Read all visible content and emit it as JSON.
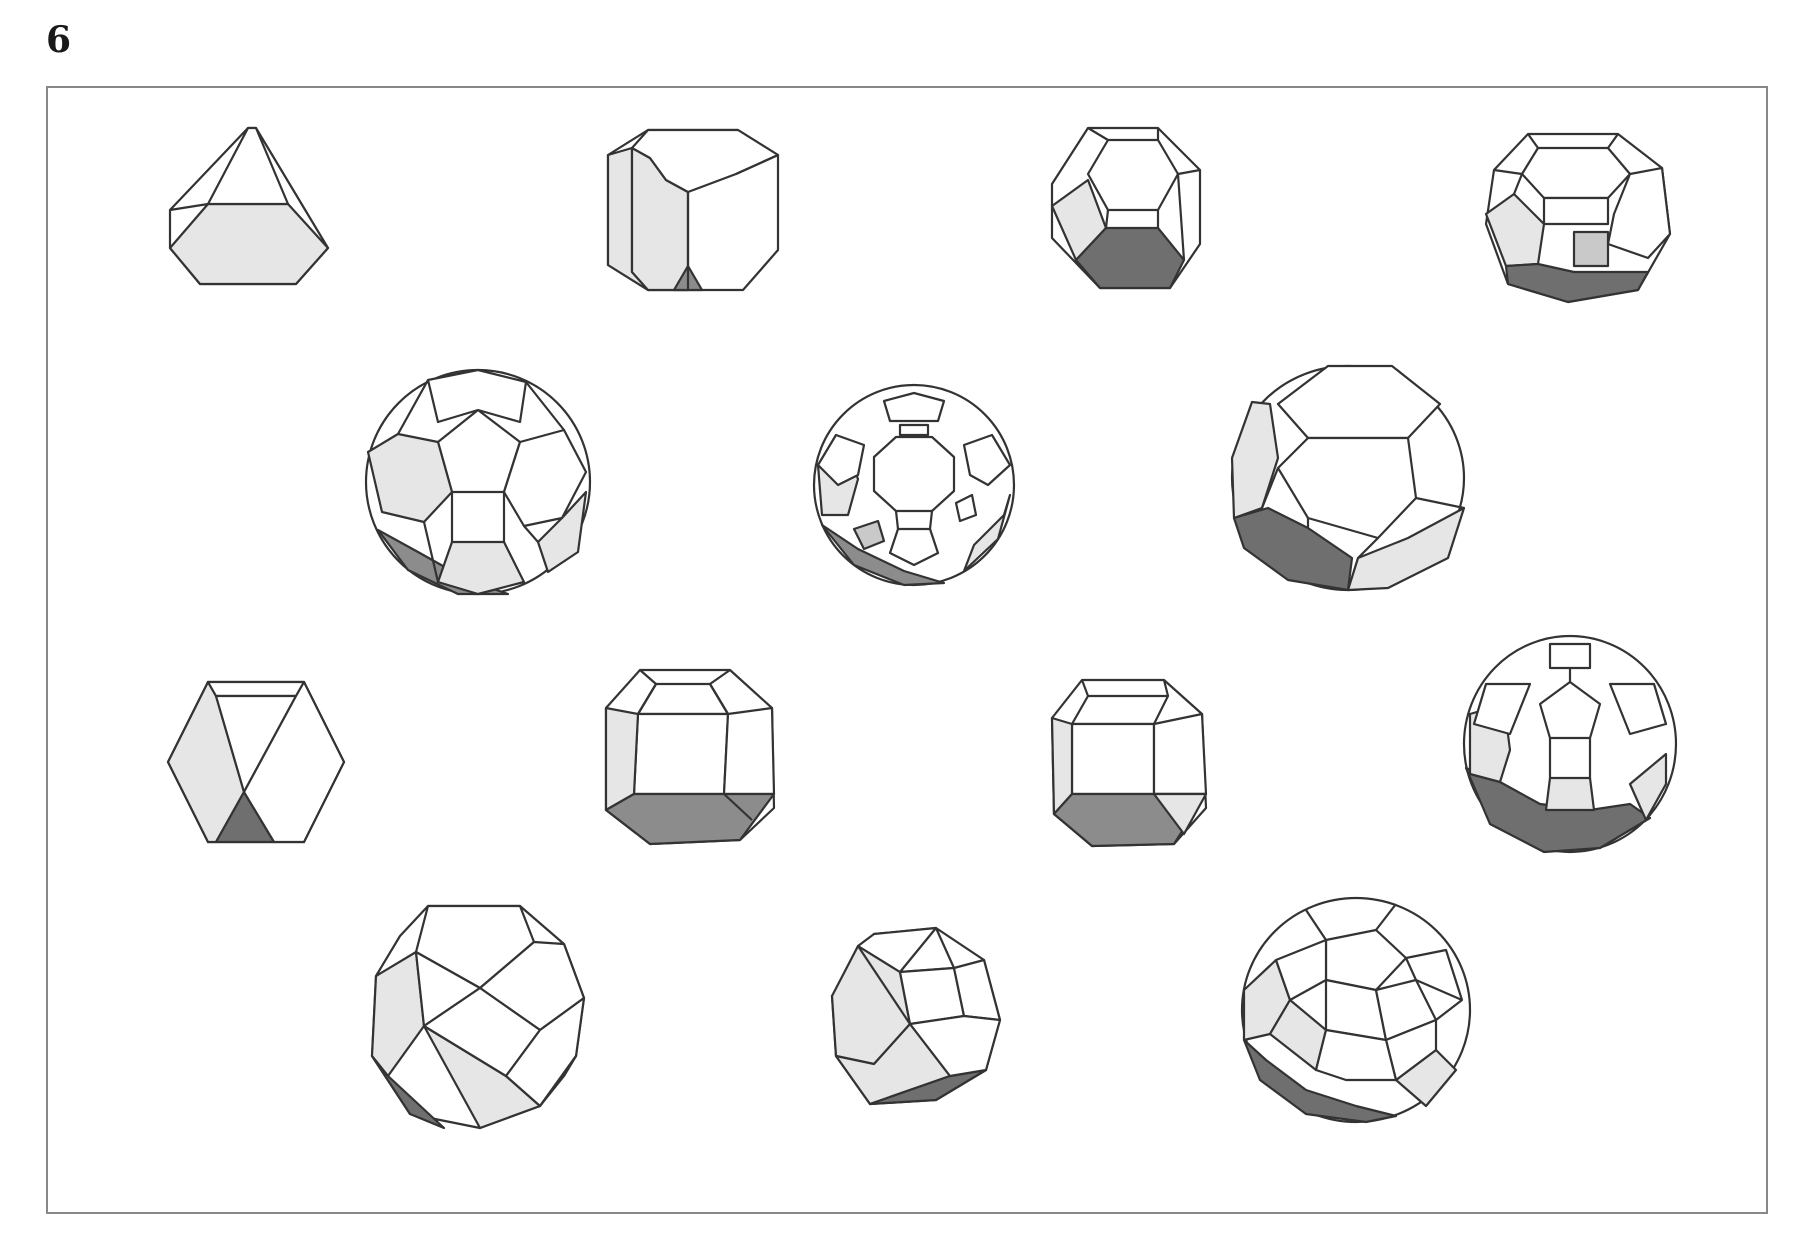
{
  "page": {
    "number": "6"
  },
  "figure": {
    "solids": [
      {
        "name": "truncated-tetrahedron"
      },
      {
        "name": "truncated-cube"
      },
      {
        "name": "truncated-octahedron"
      },
      {
        "name": "truncated-cuboctahedron"
      },
      {
        "name": "truncated-icosahedron"
      },
      {
        "name": "truncated-icosidodecahedron"
      },
      {
        "name": "truncated-dodecahedron"
      },
      {
        "name": "cuboctahedron"
      },
      {
        "name": "rhombicuboctahedron"
      },
      {
        "name": "pseudo-rhombicuboctahedron"
      },
      {
        "name": "rhombicosidodecahedron"
      },
      {
        "name": "icosidodecahedron"
      },
      {
        "name": "snub-cube"
      },
      {
        "name": "snub-dodecahedron"
      }
    ]
  }
}
